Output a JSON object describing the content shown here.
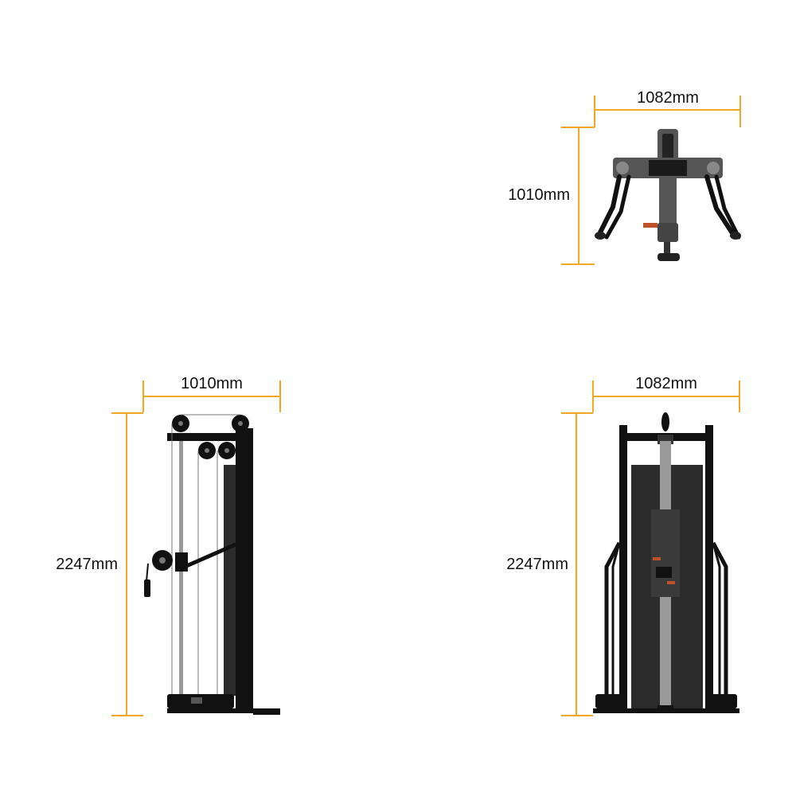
{
  "colors": {
    "dimension_line": "#F5A623",
    "frame": "#111111",
    "panel": "#2b2b2b",
    "column": "#9a9a9a",
    "top_frame": "#555555",
    "accent": "#c0522a",
    "background": "#ffffff"
  },
  "top_view": {
    "width_label": "1082mm",
    "depth_label": "1010mm"
  },
  "side_view": {
    "width_label": "1010mm",
    "height_label": "2247mm"
  },
  "front_view": {
    "width_label": "1082mm",
    "height_label": "2247mm"
  }
}
